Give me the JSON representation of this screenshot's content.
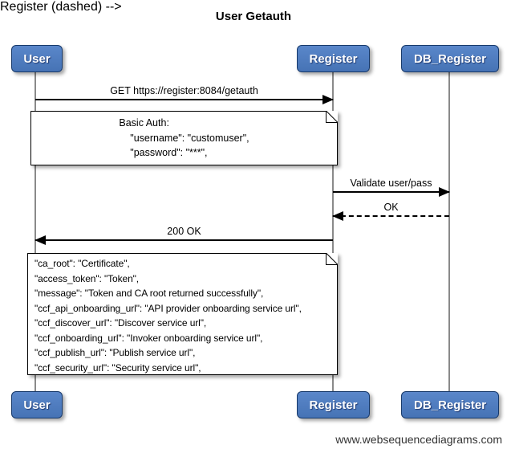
{
  "diagram": {
    "type": "sequence-diagram",
    "title": "User Getauth",
    "watermark": "www.websequencediagrams.com"
  },
  "colors": {
    "actor_fill": "#4c7bbe",
    "actor_border": "#17396a",
    "lifeline": "#8a8a8a",
    "arrow": "#000000",
    "note_fill": "#ffffff",
    "note_border": "#000000",
    "background": "#ffffff"
  },
  "actors": [
    {
      "id": "user",
      "label": "User"
    },
    {
      "id": "register",
      "label": "Register"
    },
    {
      "id": "db_register",
      "label": "DB_Register"
    }
  ],
  "messages": [
    {
      "label": "GET https://register:8084/getauth",
      "from": "User",
      "to": "Register",
      "style": "solid"
    },
    {
      "label": "Validate user/pass",
      "from": "Register",
      "to": "DB_Register",
      "style": "solid"
    },
    {
      "label": "OK",
      "from": "DB_Register",
      "to": "Register",
      "style": "dashed"
    },
    {
      "label": "200 OK",
      "from": "Register",
      "to": "User",
      "style": "solid"
    }
  ],
  "notes": [
    {
      "over": [
        "User",
        "Register"
      ],
      "lines": [
        "Basic Auth:",
        "    \"username\": \"customuser\",",
        "    \"password\": \"***\","
      ]
    },
    {
      "over": [
        "User",
        "Register"
      ],
      "lines": [
        "\"ca_root\": \"Certificate\",",
        "\"access_token\": \"Token\",",
        "\"message\": \"Token and CA root returned successfully\",",
        "\"ccf_api_onboarding_url\": \"API provider onboarding service url\",",
        "\"ccf_discover_url\": \"Discover service url\",",
        "\"ccf_onboarding_url\": \"Invoker onboarding service url\",",
        "\"ccf_publish_url\": \"Publish service url\",",
        "\"ccf_security_url\": \"Security service url\","
      ]
    }
  ]
}
